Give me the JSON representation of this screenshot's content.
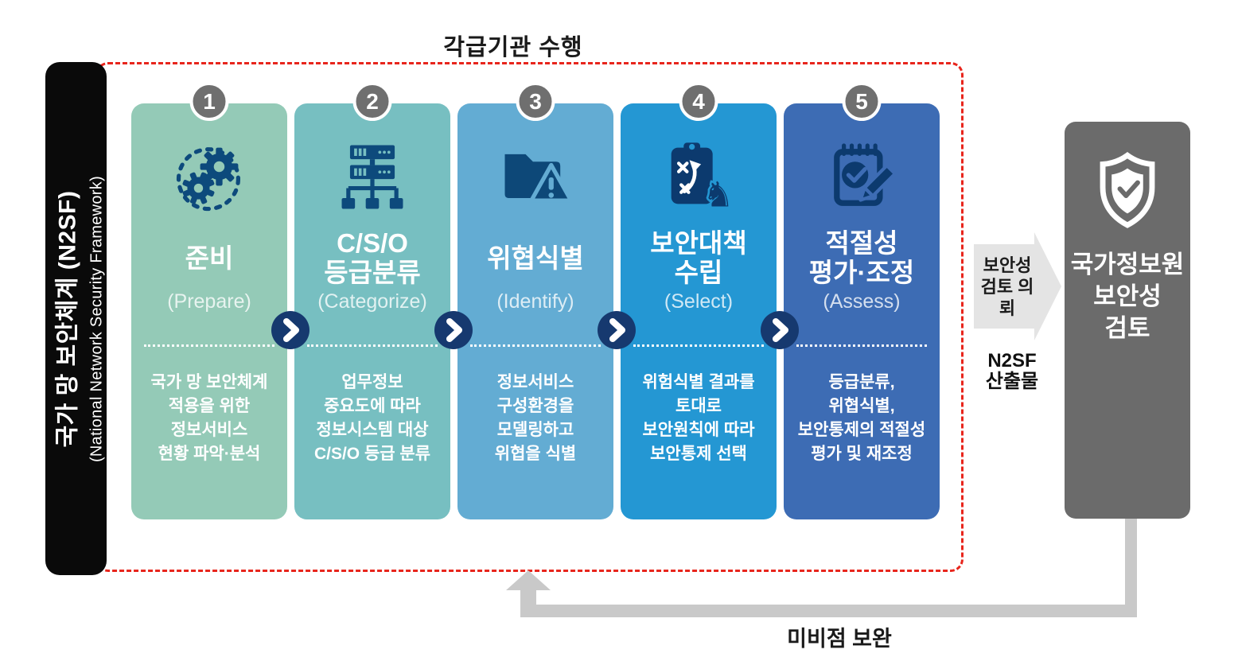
{
  "header": {
    "title": "각급기관 수행"
  },
  "banner": {
    "title_ko": "국가 망 보안체계 (N2SF)",
    "title_en": "(National Network Security Framework)"
  },
  "steps": [
    {
      "num": "1",
      "icon": "gears-icon",
      "title_lines": [
        "준비"
      ],
      "subtitle": "(Prepare)",
      "desc_lines": [
        "국가 망 보안체계",
        "적용을 위한",
        "정보서비스",
        "현황 파악·분석"
      ],
      "color": "#94cab7"
    },
    {
      "num": "2",
      "icon": "server-network-icon",
      "title_lines": [
        "C/S/O",
        "등급분류"
      ],
      "subtitle": "(Categorize)",
      "desc_lines": [
        "업무정보",
        "중요도에 따라",
        "정보시스템 대상",
        "C/S/O 등급 분류"
      ],
      "color": "#77bfc1"
    },
    {
      "num": "3",
      "icon": "folder-warning-icon",
      "title_lines": [
        "위협식별"
      ],
      "subtitle": "(Identify)",
      "desc_lines": [
        "정보서비스",
        "구성환경을",
        "모델링하고",
        "위협을 식별"
      ],
      "color": "#63acd3"
    },
    {
      "num": "4",
      "icon": "strategy-clipboard-icon",
      "title_lines": [
        "보안대책",
        "수립"
      ],
      "subtitle": "(Select)",
      "desc_lines": [
        "위험식별 결과를",
        "토대로",
        "보안원칙에 따라",
        "보안통제 선택"
      ],
      "color": "#2497d3"
    },
    {
      "num": "5",
      "icon": "checklist-pencil-icon",
      "title_lines": [
        "적절성",
        "평가·조정"
      ],
      "subtitle": "(Assess)",
      "desc_lines": [
        "등급분류,",
        "위협식별,",
        "보안통제의 적절성",
        "평가 및 재조정"
      ],
      "color": "#3d6cb4"
    }
  ],
  "handoff": {
    "arrow_label_lines": [
      "보안성",
      "검토 의뢰"
    ],
    "deliverable_lines": [
      "N2SF",
      "산출물"
    ]
  },
  "review_box": {
    "icon": "shield-check-icon",
    "title_lines": [
      "국가정보원",
      "보안성",
      "검토"
    ]
  },
  "feedback": {
    "label": "미비점 보완"
  },
  "colors": {
    "frame_red": "#e8251c",
    "banner_black": "#0a0a0a",
    "badge_gray": "#6f6f6f",
    "chevron_navy": "#16396f",
    "icon_navy_light_cards": "#0d4a7c",
    "icon_navy_dark_cards": "#0c3a6e",
    "review_box_gray": "#6b6b6b",
    "handoff_arrow_gray": "#e4e4e4",
    "feedback_arrow_gray": "#c9c9c9"
  }
}
